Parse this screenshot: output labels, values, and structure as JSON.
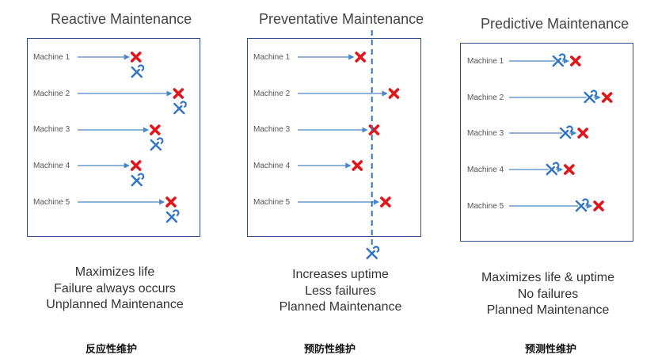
{
  "panels": [
    {
      "title": "Reactive Maintenance",
      "machines": [
        {
          "label": "Machine 1",
          "failure_at": 0.55,
          "repair": "after"
        },
        {
          "label": "Machine 2",
          "failure_at": 0.95,
          "repair": "after"
        },
        {
          "label": "Machine 3",
          "failure_at": 0.73,
          "repair": "after"
        },
        {
          "label": "Machine 4",
          "failure_at": 0.55,
          "repair": "after"
        },
        {
          "label": "Machine 5",
          "failure_at": 0.88,
          "repair": "after"
        }
      ],
      "summary": [
        "Maximizes life",
        "Failure always occurs",
        "Unplanned Maintenance"
      ],
      "caption_cn": "反应性维护"
    },
    {
      "title": "Preventative Maintenance",
      "machines": [
        {
          "label": "Machine 1",
          "failure_at": 0.6
        },
        {
          "label": "Machine 2",
          "failure_at": 0.92
        },
        {
          "label": "Machine 3",
          "failure_at": 0.73
        },
        {
          "label": "Machine 4",
          "failure_at": 0.57
        },
        {
          "label": "Machine 5",
          "failure_at": 0.84
        }
      ],
      "scheduled_line_at": 0.71,
      "summary": [
        "Increases uptime",
        "Less failures",
        "Planned Maintenance"
      ],
      "caption_cn": "预防性维护"
    },
    {
      "title": "Predictive Maintenance",
      "machines": [
        {
          "label": "Machine 1",
          "failure_at": 0.63,
          "repair": "before"
        },
        {
          "label": "Machine 2",
          "failure_at": 0.93,
          "repair": "before"
        },
        {
          "label": "Machine 3",
          "failure_at": 0.7,
          "repair": "before"
        },
        {
          "label": "Machine 4",
          "failure_at": 0.57,
          "repair": "before"
        },
        {
          "label": "Machine 5",
          "failure_at": 0.85,
          "repair": "before"
        }
      ],
      "summary": [
        "Maximizes life & uptime",
        "No failures",
        "Planned Maintenance"
      ],
      "caption_cn": "预测性维护"
    }
  ],
  "colors": {
    "arrow": "#4a86c8",
    "failure": "#e0161b",
    "tool": "#2f73c4",
    "frame": "#2f4f8a"
  },
  "icons": {
    "failure": "x-mark-icon",
    "repair": "wrench-screwdriver-icon"
  }
}
